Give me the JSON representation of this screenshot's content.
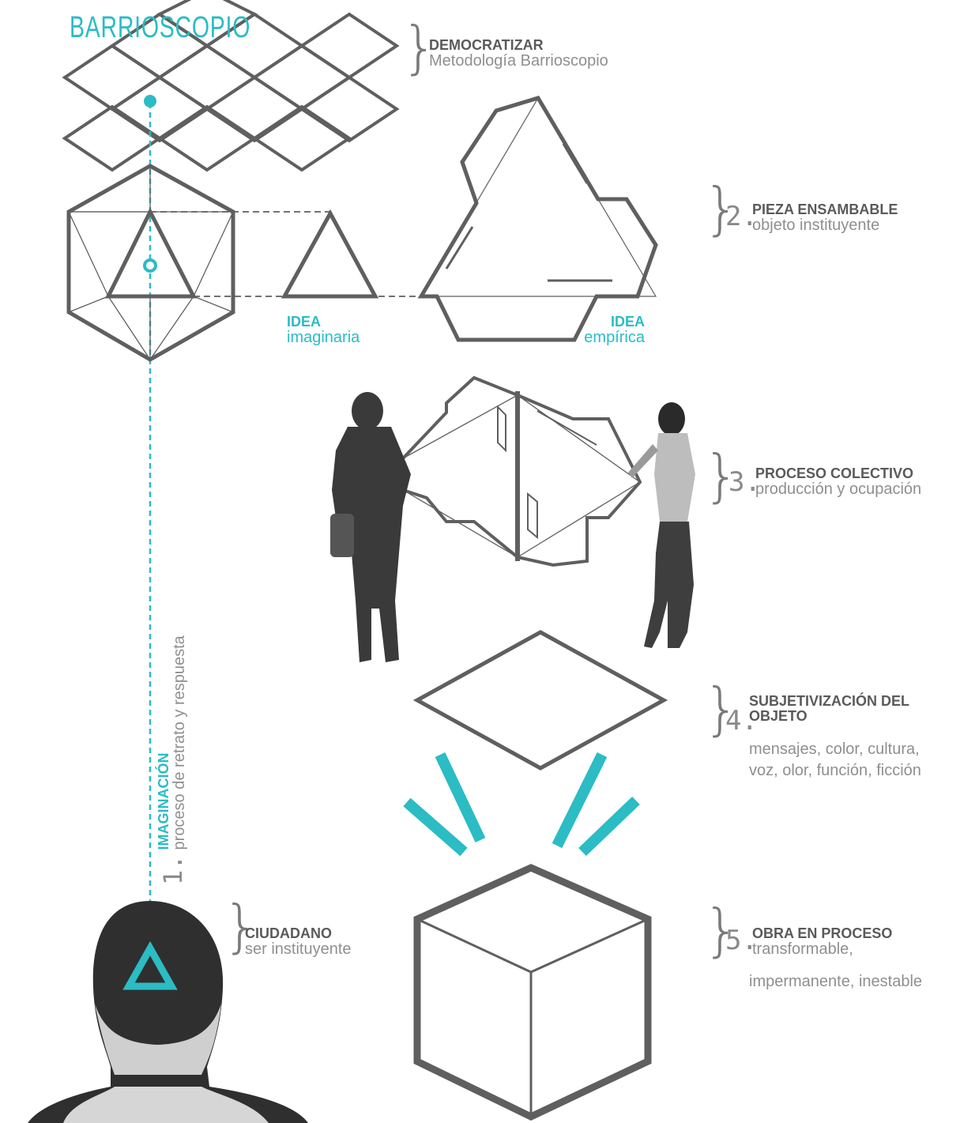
{
  "title": "BARRIOSCOPIO",
  "colors": {
    "accent": "#2bbcc4",
    "stroke": "#5f5f5f",
    "text": "#8a8a8a"
  },
  "democratizar": {
    "heading": "DEMOCRATIZAR",
    "sub": "Metodología Barrioscopio"
  },
  "step1": {
    "number": "1.",
    "heading": "IMAGINACIÓN",
    "sub": "proceso de retrato y respuesta"
  },
  "step2": {
    "number": "2.",
    "heading": "PIEZA ENSAMBABLE",
    "sub": "objeto instituyente"
  },
  "step3": {
    "number": "3.",
    "heading": "PROCESO COLECTIVO",
    "sub": "producción y ocupación"
  },
  "step4": {
    "number": "4.",
    "heading": "SUBJETIVIZACIÓN DEL OBJETO",
    "sub_line1": "mensajes, color, cultura,",
    "sub_line2": "voz, olor, función, ficción"
  },
  "step5": {
    "number": "5.",
    "heading": "OBRA EN PROCESO",
    "sub_line1": "transformable,",
    "sub_line2": "impermanente, inestable"
  },
  "idea_imaginaria": {
    "heading": "IDEA",
    "sub": "imaginaria"
  },
  "idea_empirica": {
    "heading": "IDEA",
    "sub": "empírica"
  },
  "ciudadano": {
    "heading": "CIUDADANO",
    "sub": "ser instituyente"
  }
}
